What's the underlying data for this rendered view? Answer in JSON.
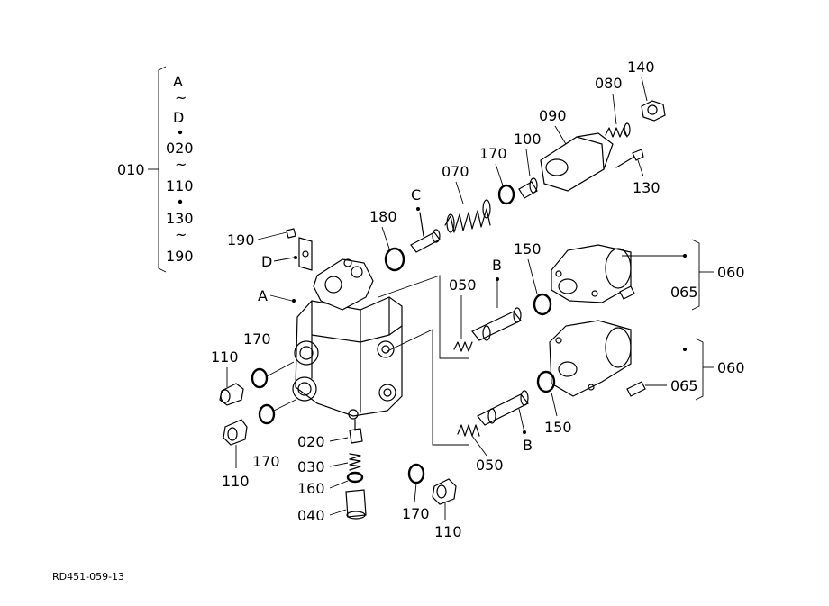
{
  "diagram_code": "RD451-059-13",
  "group": {
    "label": "010",
    "entries": [
      "A",
      "~",
      "D",
      "020",
      "~",
      "110",
      "130",
      "~",
      "190"
    ]
  },
  "callouts": {
    "c140": "140",
    "c080": "080",
    "c090": "090",
    "c170a": "170",
    "c100": "100",
    "c070": "070",
    "cC": "C",
    "c130": "130",
    "c180": "180",
    "c190": "190",
    "cD": "D",
    "cA": "A",
    "c150a": "150",
    "cB1": "B",
    "c050a": "050",
    "c060a": "060",
    "c065a": "065",
    "c060b": "060",
    "c065b": "065",
    "c170b": "170",
    "c110a": "110",
    "c110b": "110",
    "c170c": "170",
    "c020": "020",
    "c030": "030",
    "c160": "160",
    "c040": "040",
    "c150b": "150",
    "cB2": "B",
    "c050b": "050",
    "c170d": "170",
    "c110c": "110"
  }
}
